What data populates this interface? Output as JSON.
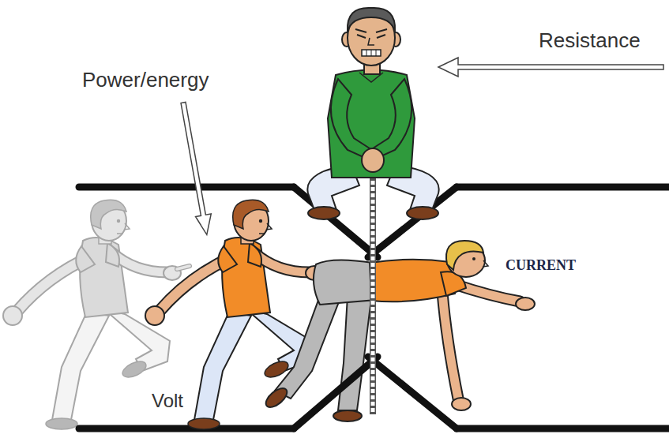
{
  "diagram": {
    "labels": [
      "Resistance",
      "Power/energy",
      "CURRENT",
      "Volt"
    ]
  }
}
